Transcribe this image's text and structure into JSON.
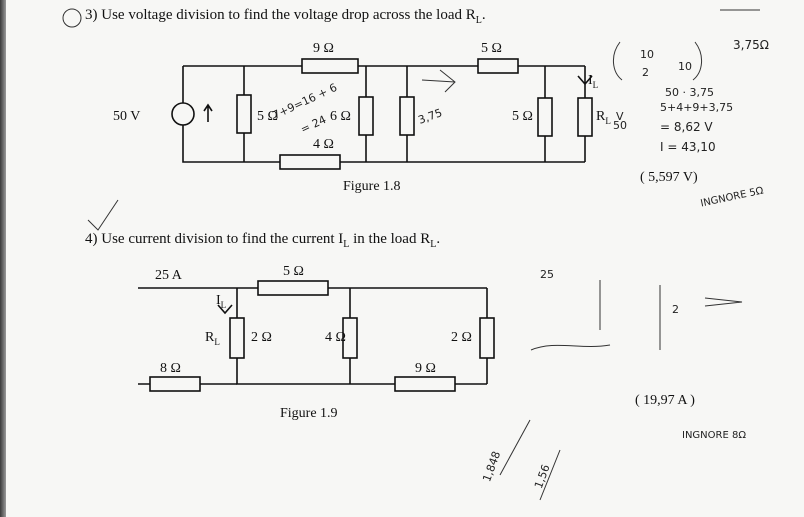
{
  "problem3": {
    "number": "3)",
    "text": "Use voltage division to find the voltage drop across the load R",
    "sub": "L",
    "suffix": ".",
    "figure_caption": "Figure 1.8",
    "source_label": "50 V",
    "r_top1": "9 Ω",
    "r_top2": "5 Ω",
    "r_par1": "5 Ω",
    "r_mid": "6 Ω",
    "r_bottom": "4 Ω",
    "r_right": "5 Ω",
    "load_label": "R",
    "load_sub": "L",
    "current_label": "I",
    "current_sub": "L",
    "answer": "( 5,597 V)"
  },
  "problem4": {
    "number": "4)",
    "text": "Use current division to find the current I",
    "sub": "L",
    "text2": " in the load R",
    "sub2": "L",
    "suffix": ".",
    "figure_caption": "Figure 1.9",
    "source_label": "25 A",
    "r_top": "5 Ω",
    "r_left": "8 Ω",
    "load_label": "R",
    "load_sub": "L",
    "current_label": "I",
    "current_sub": "L",
    "r_2a": "2 Ω",
    "r_4": "4 Ω",
    "r_2b": "2 Ω",
    "r_9": "9 Ω",
    "answer": "( 19,97 A )"
  },
  "handwriting": {
    "n1": "10",
    "n2": "2",
    "n3": "10",
    "result1": "3,75Ω",
    "calc1": "50 · 3,75",
    "calc2": "5+4+9+3,75",
    "calc3": "= 8,62 V",
    "calc4": "I = 43,10",
    "eq1": "7+9=16 + 6",
    "eq2": "= 24",
    "ignore1": "INGNORE 5Ω",
    "ignore2": "INGNORE 8Ω",
    "val375": "3,75",
    "vout": "V",
    "vs": "50",
    "n25": "25",
    "n1848": "1,848",
    "n156": "1,56"
  }
}
